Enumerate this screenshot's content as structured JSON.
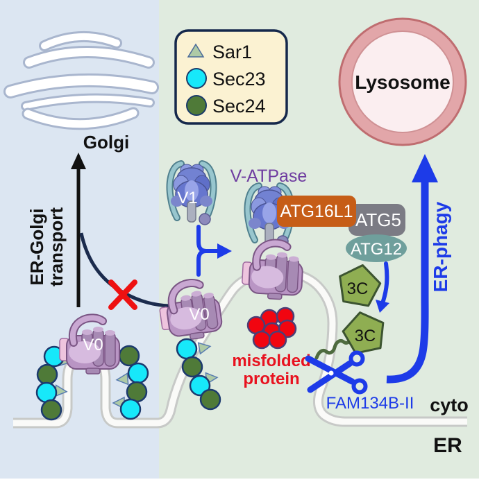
{
  "figure": {
    "left_panel_bg": "#dce6f2",
    "right_panel_bg": "#e0ebdf"
  },
  "labels": {
    "golgi": "Golgi",
    "lysosome": "Lysosome",
    "cyto": "cyto",
    "er": "ER",
    "er_golgi_1": "ER-Golgi",
    "er_golgi_2": "transport",
    "er_phagy": "ER-phagy",
    "v_atpase": "V-ATPase",
    "v1": "V1",
    "v0_left": "V0",
    "v0_mid": "V0",
    "atg16l1": "ATG16L1",
    "atg5": "ATG5",
    "atg12": "ATG12",
    "protease_top": "3C",
    "protease_bottom": "3C",
    "fam134b": "FAM134B-II",
    "misfolded_1": "misfolded",
    "misfolded_2": "protein"
  },
  "legend": {
    "items": [
      {
        "label": "Sar1",
        "shape": "triangle",
        "color": "#aecaa6"
      },
      {
        "label": "Sec23",
        "shape": "circle",
        "color": "#17e8fa"
      },
      {
        "label": "Sec24",
        "shape": "circle",
        "color": "#4f7a38"
      }
    ]
  },
  "colors": {
    "arrow_blue": "#1d3be8",
    "text_red": "#e8121f",
    "misfolded_fill": "#f10510",
    "atg16l1_fill": "#c65d17",
    "atg5_fill": "#7b7b84",
    "atg12_fill": "#6f9f9c",
    "pentagon_fill": "#8fae52",
    "v_atpase_text": "#6f3da0",
    "lysosome_ring": "#e2a6a9",
    "lysosome_lumen": "#fbeef0",
    "membrane_gray": "#c7c9c7",
    "black_arrow": "#111111",
    "decay_curve": "#1b2b4d",
    "red_x": "#ee1111",
    "v1_fill": "#6d7ed6",
    "v0_fill": "#b995c4",
    "legend_fill": "#fbf2d2"
  }
}
